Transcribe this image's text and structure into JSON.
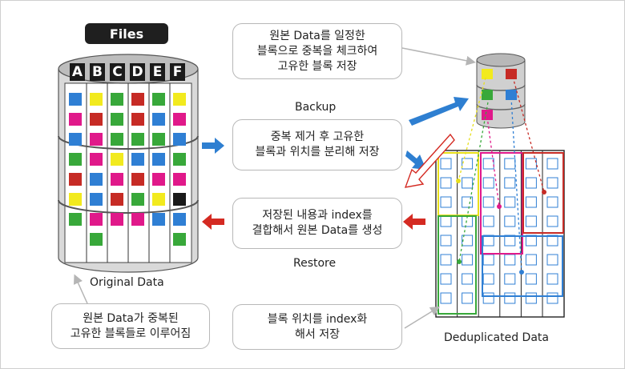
{
  "files_label": "Files",
  "column_letters": [
    "A",
    "B",
    "C",
    "D",
    "E",
    "F"
  ],
  "original_label": "Original Data",
  "dedup_label": "Deduplicated Data",
  "backup_label": "Backup",
  "restore_label": "Restore",
  "callouts": {
    "top_right": "원본 Data를 일정한\n블록으로 중복을 체크하여\n고유한 블록 저장",
    "middle": "중복 제거 후 고유한\n블록과 위치를 분리해 저장",
    "restore": "저장된 내용과 index를\n결합해서 원본 Data를 생성",
    "bottom_left": "원본 Data가 중복된\n고유한 블록들로 이루어짐",
    "bottom_mid": "블록 위치를 index화\n해서 저장"
  },
  "colors": {
    "blue": "#2f7fd4",
    "yellow": "#f2ea1e",
    "red": "#c62b25",
    "magenta": "#e0198a",
    "green": "#38a83a",
    "black": "#1a1a1a",
    "arrow_blue": "#2e7fd1",
    "arrow_red": "#d42a22"
  },
  "original_grid": [
    [
      "blue",
      "yellow",
      "green",
      "red",
      "green",
      "yellow"
    ],
    [
      "magenta",
      "red",
      "green",
      "red",
      "blue",
      "magenta"
    ],
    [
      "blue",
      "magenta",
      "green",
      "green",
      "green",
      "blue"
    ],
    [
      "green",
      "magenta",
      "yellow",
      "blue",
      "blue",
      "green"
    ],
    [
      "red",
      "blue",
      "magenta",
      "red",
      "magenta",
      "magenta"
    ],
    [
      "yellow",
      "blue",
      "red",
      "green",
      "yellow",
      "black"
    ],
    [
      "green",
      "magenta",
      "magenta",
      "magenta",
      "blue",
      "blue"
    ],
    [
      "",
      "green",
      "",
      "",
      "",
      "green"
    ]
  ],
  "unique_blocks": [
    "yellow",
    "red",
    "green",
    "blue",
    "magenta"
  ]
}
